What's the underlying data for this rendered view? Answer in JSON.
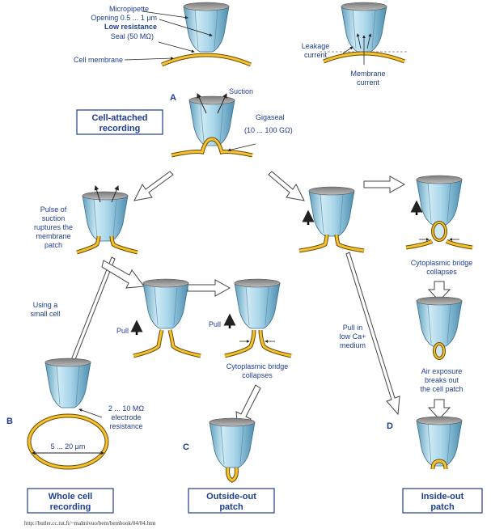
{
  "top_left": {
    "micropipette": "Micropipette",
    "opening": "Opening 0.5 ... 1 µm",
    "low_resistance": "Low resistance",
    "seal": "Seal (50 MΩ)",
    "cell_membrane": "Cell membrane"
  },
  "top_right": {
    "leakage": "Leakage",
    "current": "current",
    "membrane": "Membrane",
    "membrane_current": "current"
  },
  "cell_attached": {
    "letter": "A",
    "suction": "Suction",
    "gigaseal": "Gigaseal",
    "gigaseal_value": "(10 ... 100 GΩ)",
    "box_line1": "Cell-attached",
    "box_line2": "recording"
  },
  "pulse": {
    "line1": "Pulse of",
    "line2": "suction",
    "line3": "ruptures the",
    "line4": "membrane",
    "line5": "patch"
  },
  "small_cell": {
    "line1": "Using a",
    "line2": "small cell"
  },
  "whole_cell": {
    "letter": "B",
    "resistance_1": "2 ... 10 MΩ",
    "resistance_2": "electrode",
    "resistance_3": "resistance",
    "diameter": "5 ... 20 µm",
    "box_line1": "Whole cell",
    "box_line2": "recording"
  },
  "outside_out": {
    "pull1": "Pull",
    "pull2": "Pull",
    "bridge1": "Cytoplasmic bridge",
    "bridge2": "collapses",
    "letter": "C",
    "box_line1": "Outside-out",
    "box_line2": "patch"
  },
  "inside_out": {
    "bridge1": "Cytoplasmic bridge",
    "bridge2": "collapses",
    "pull_line1": "Pull in",
    "pull_line2": "low Ca+",
    "pull_line3": "medium",
    "air_line1": "Air exposure",
    "air_line2": "breaks out",
    "air_line3": "the cell patch",
    "letter": "D",
    "box_line1": "Inside-out",
    "box_line2": "patch"
  },
  "source_url": "http://butler.cc.tut.fi/~malmivuo/bem/bembook/04/04.htm"
}
